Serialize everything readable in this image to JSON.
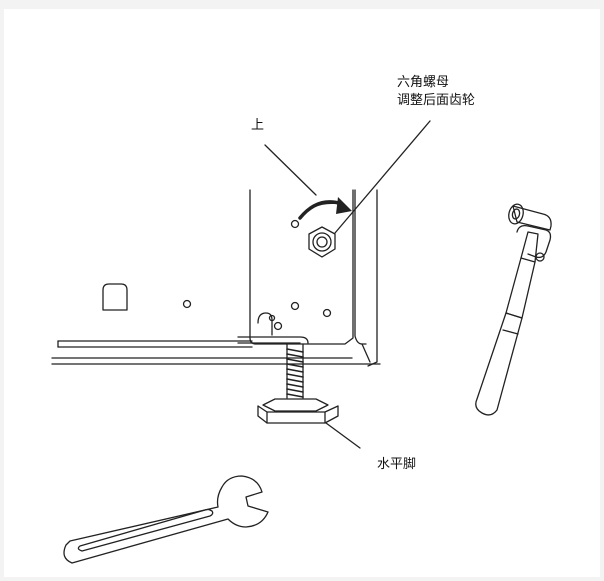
{
  "labels": {
    "up": "上",
    "hex_nut_line1": "六角螺母",
    "hex_nut_line2": "调整后面齿轮",
    "leveling_foot": "水平脚"
  }
}
